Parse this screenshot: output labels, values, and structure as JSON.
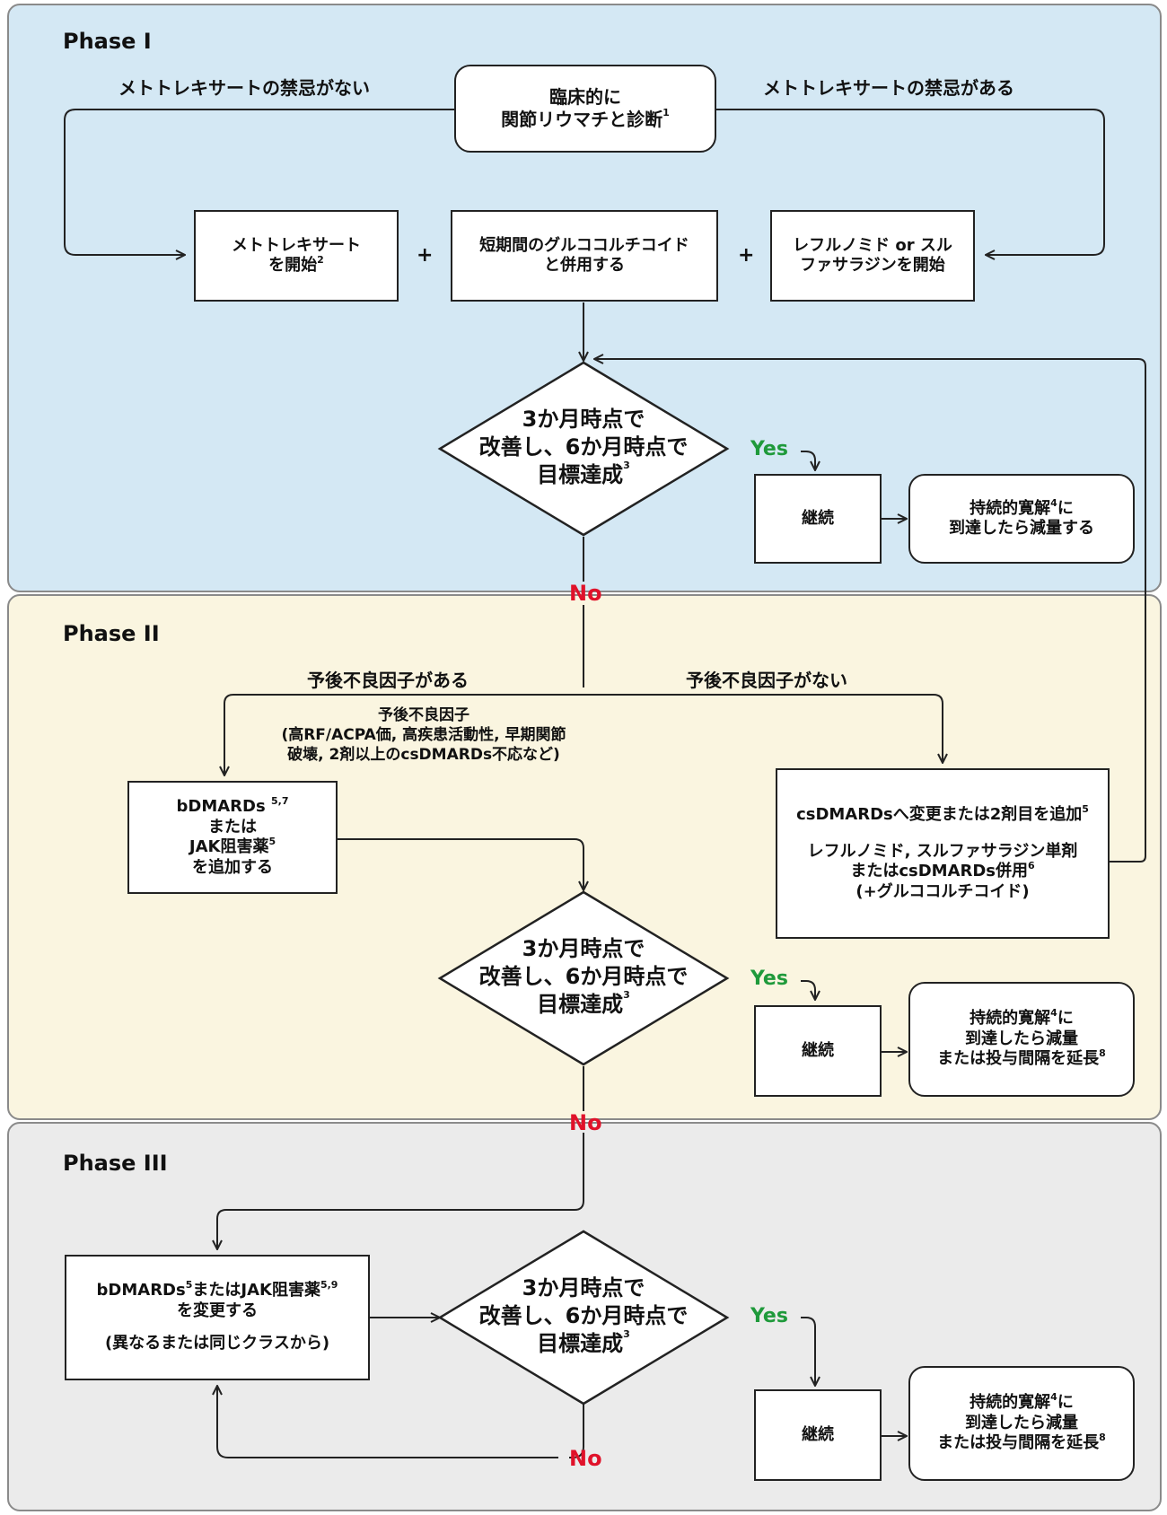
{
  "phase1": {
    "title": "Phase I",
    "left_label": "メトトレキサートの禁忌がない",
    "right_label": "メトトレキサートの禁忌がある",
    "diagnosis_l1": "臨床的に",
    "diagnosis_l2": "関節リウマチと診断",
    "diagnosis_sup": "1",
    "mtx_l1": "メトトレキサート",
    "mtx_l2": "を開始",
    "mtx_sup": "2",
    "gc_l1": "短期間のグルココルチコイド",
    "gc_l2": "と併用する",
    "lef_l1": "レフルノミド or スル",
    "lef_l2": "ファサラジンを開始",
    "plus": "+",
    "decision_l1": "3か月時点で",
    "decision_l2": "改善し、6か月時点で",
    "decision_l3": "目標達成",
    "decision_sup": "3",
    "yes": "Yes",
    "no": "No",
    "continue": "継続",
    "result_l1a": "持続的寛解",
    "result_sup": "4",
    "result_l1b": "に",
    "result_l2": "到達したら減量する"
  },
  "phase2": {
    "title": "Phase II",
    "left_label": "予後不良因子がある",
    "right_label": "予後不良因子がない",
    "factors_l1": "予後不良因子",
    "factors_l2": "(高RF/ACPA価, 高疾患活動性, 早期関節",
    "factors_l3": "破壊, 2剤以上のcsDMARDs不応など)",
    "bd_l1": "bDMARDs",
    "bd_sup1": "5,7",
    "bd_l2": "または",
    "bd_l3": "JAK阻害薬",
    "bd_sup2": "5",
    "bd_l4": "を追加する",
    "cs_l1": "csDMARDsへ変更または2剤目を追加",
    "cs_sup1": "5",
    "cs_l2": "レフルノミド, スルファサラジン単剤",
    "cs_l3": "またはcsDMARDs併用",
    "cs_sup2": "6",
    "cs_l4": "(+グルココルチコイド)",
    "decision_l1": "3か月時点で",
    "decision_l2": "改善し、6か月時点で",
    "decision_l3": "目標達成",
    "decision_sup": "3",
    "yes": "Yes",
    "no": "No",
    "continue": "継続",
    "result_l1a": "持続的寛解",
    "result_sup": "4",
    "result_l1b": "に",
    "result_l2": "到達したら減量",
    "result_l3": "または投与間隔を延長",
    "result_sup2": "8"
  },
  "phase3": {
    "title": "Phase III",
    "change_l1a": "bDMARDs",
    "change_sup1": "5",
    "change_l1b": "またはJAK阻害薬",
    "change_sup2": "5,9",
    "change_l2": "を変更する",
    "change_l3": "(異なるまたは同じクラスから)",
    "decision_l1": "3か月時点で",
    "decision_l2": "改善し、6か月時点で",
    "decision_l3": "目標達成",
    "decision_sup": "3",
    "yes": "Yes",
    "no": "No",
    "continue": "継続",
    "result_l1a": "持続的寛解",
    "result_sup": "4",
    "result_l1b": "に",
    "result_l2": "到達したら減量",
    "result_l3": "または投与間隔を延長",
    "result_sup2": "8"
  },
  "colors": {
    "phase1_bg": "#d4e8f4",
    "phase2_bg": "#faf5e0",
    "phase3_bg": "#ebebeb",
    "yes": "#1f9a3b",
    "no": "#e0122a"
  }
}
